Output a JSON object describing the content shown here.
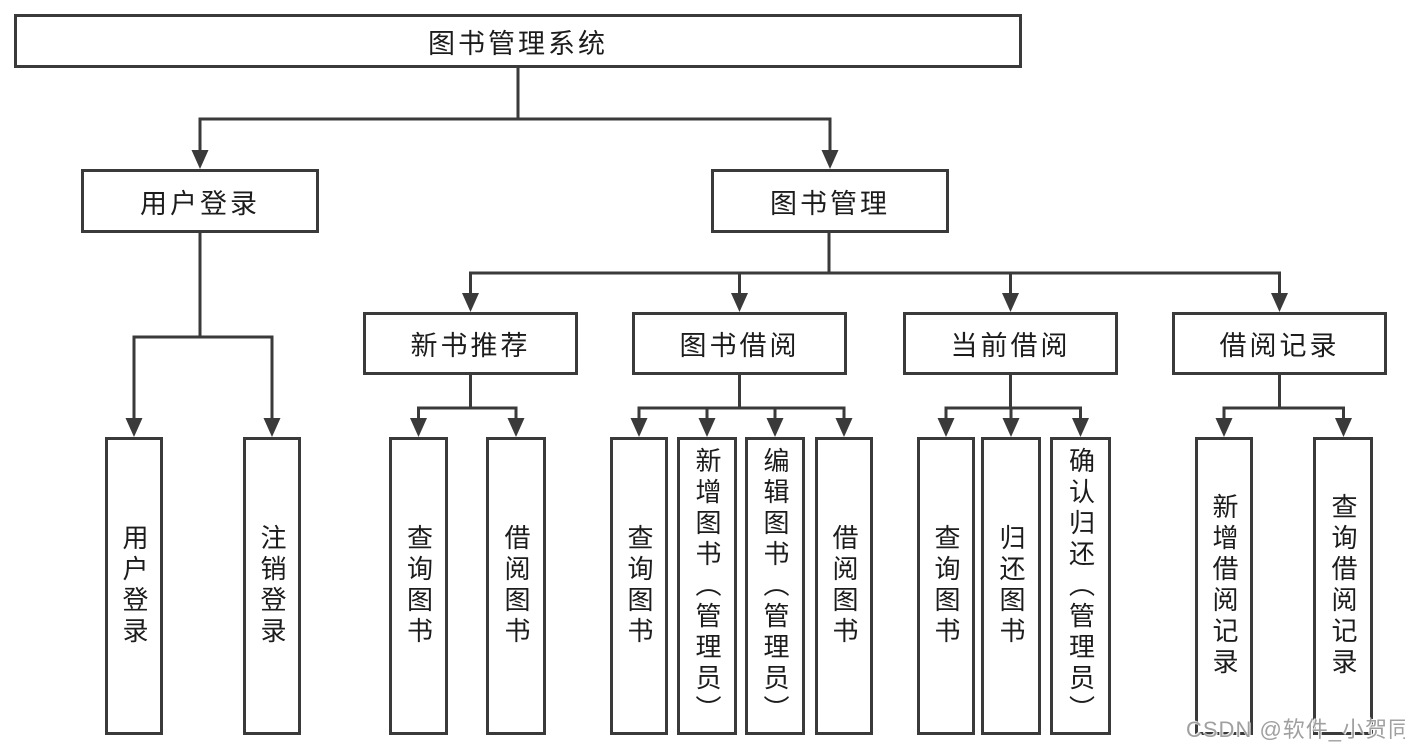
{
  "diagram": {
    "root": {
      "label": "图书管理系统"
    },
    "branches": {
      "user_login": {
        "label": "用户登录",
        "children": {
          "login": "用户登录",
          "logout": "注销登录"
        }
      },
      "book_mgmt": {
        "label": "图书管理",
        "sections": {
          "new_book": {
            "label": "新书推荐",
            "children": {
              "query": "查询图书",
              "borrow": "借阅图书"
            }
          },
          "borrowing": {
            "label": "图书借阅",
            "children": {
              "query": "查询图书",
              "add": "新增图书（管理员）",
              "edit": "编辑图书（管理员）",
              "borrow": "借阅图书"
            }
          },
          "current": {
            "label": "当前借阅",
            "children": {
              "query": "查询图书",
              "return": "归还图书",
              "confirm": "确认归还（管理员）"
            }
          },
          "records": {
            "label": "借阅记录",
            "children": {
              "add": "新增借阅记录",
              "query": "查询借阅记录"
            }
          }
        }
      }
    }
  },
  "watermark": {
    "text": "CSDN @软件_小贺同学"
  },
  "colors": {
    "line": "#3a3a3a",
    "text": "#1c1c1c",
    "background": "#ffffff",
    "watermark": "#a0a0a0"
  }
}
